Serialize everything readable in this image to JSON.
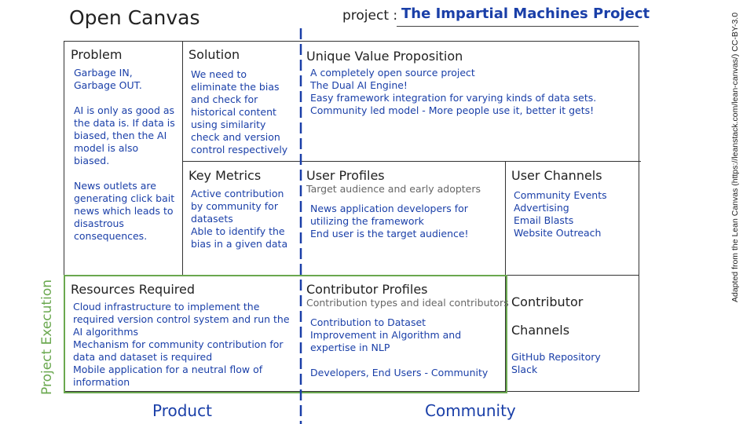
{
  "title": "Open Canvas",
  "project": {
    "label": "project :",
    "name": "The Impartial Machines Project"
  },
  "side_note": "Adapted from the Lean Canvas (https://leanstack.com/lean-canvas/) CC-BY-3.0",
  "execution_label": "Project Execution",
  "footer": {
    "product": "Product",
    "community": "Community"
  },
  "cells": {
    "problem": {
      "title": "Problem",
      "lines": [
        "Garbage IN,",
        "Garbage OUT.",
        "",
        "AI is only as good as",
        "the data is. If data is",
        "biased, then the AI",
        "model is also",
        "biased.",
        "",
        "News outlets are",
        "generating click bait",
        "news which leads to",
        "disastrous",
        "consequences."
      ]
    },
    "solution": {
      "title": "Solution",
      "lines": [
        "We need to",
        "eliminate the bias",
        "and check for",
        "historical content",
        "using similarity",
        "check and version",
        "control respectively"
      ]
    },
    "uvp": {
      "title": "Unique Value Proposition",
      "lines": [
        "A completely open source project",
        "The Dual AI Engine!",
        "Easy framework integration for varying kinds of data sets.",
        "Community led model - More people use it, better it gets!"
      ]
    },
    "key_metrics": {
      "title": "Key Metrics",
      "lines": [
        "Active contribution",
        "by community for",
        "datasets",
        "Able to identify the",
        "bias in a given data"
      ]
    },
    "user_profiles": {
      "title": "User Profiles",
      "subtitle": "Target audience and early adopters",
      "lines": [
        "News application developers for",
        "utilizing the framework",
        "End user is the target audience!"
      ]
    },
    "user_channels": {
      "title": "User Channels",
      "lines": [
        "Community Events",
        "Advertising",
        "Email Blasts",
        "Website Outreach"
      ]
    },
    "resources": {
      "title": "Resources Required",
      "lines": [
        "Cloud infrastructure to implement the",
        "required version control system and run the",
        "AI algorithms",
        "Mechanism for community contribution for",
        "data and dataset is required",
        "Mobile application for a neutral flow of",
        "information"
      ]
    },
    "contributor_profiles": {
      "title": "Contributor Profiles",
      "subtitle": "Contribution types and ideal contributors",
      "lines": [
        "Contribution to Dataset",
        "Improvement in Algorithm and",
        "expertise in NLP",
        "",
        "Developers, End Users - Community"
      ]
    },
    "contributor_channels": {
      "title": "Contributor Channels",
      "title_lines": [
        "Contributor",
        "Channels"
      ],
      "lines": [
        "GitHub Repository",
        "Slack"
      ]
    }
  },
  "colors": {
    "accent_blue": "#1a3fa8",
    "execution_green": "#6aa84f",
    "grid": "#333333"
  }
}
